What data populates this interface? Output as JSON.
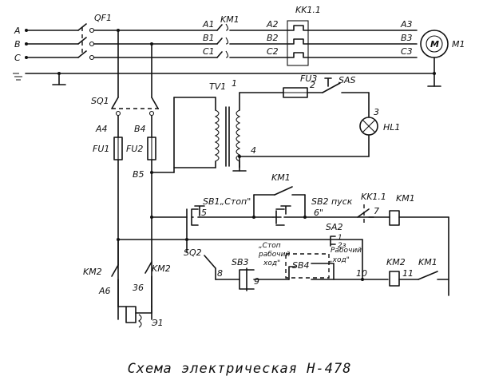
{
  "bus_labels": [
    "A",
    "B",
    "C"
  ],
  "labels": {
    "qf1": "QF1",
    "km1_main": "KM1",
    "kk11": "KK1.1",
    "motor_m": "M",
    "motor_m1": "M1",
    "a1": "A1",
    "b1": "B1",
    "c1": "C1",
    "a2": "A2",
    "b2": "B2",
    "c2": "C2",
    "a3": "A3",
    "b3": "B3",
    "c3": "C3",
    "sq1": "SQ1",
    "a4": "A4",
    "b4": "B4",
    "fu1": "FU1",
    "fu2": "FU2",
    "b5": "B5",
    "tv1": "TV1",
    "n1": "1",
    "fu3": "FU3",
    "n2": "2",
    "sas": "SAS",
    "n3": "3",
    "hl1": "HL1",
    "n4": "4",
    "km1_seal": "KM1",
    "sb1": "SB1„Стоп\"",
    "n5": "5",
    "sb2": "SB2 пуск",
    "n6": "6\"",
    "kk11_ctrl": "KK1.1",
    "km1_coil": "KM1",
    "n7": "7",
    "sa2": "SA2",
    "sa2_1": "1",
    "sa2_23": "2з",
    "sq2": "SQ2",
    "n8": "8",
    "sb3": "SB3",
    "n9": "9",
    "stop_ret_1": "„Стоп",
    "stop_ret_2": "рабочий",
    "stop_ret_3": "ход\"",
    "sb4": "SB4",
    "work_1": "Рабочий",
    "work_2": "„ход\"",
    "n10": "10",
    "km2_coil": "KM2",
    "n11": "11",
    "km1_int": "KM1",
    "km2_a": "KM2",
    "km2_b": "KM2",
    "a6": "A6",
    "n36": "36",
    "e1": "Э1"
  },
  "caption": "Схема электрическая  Н-478"
}
